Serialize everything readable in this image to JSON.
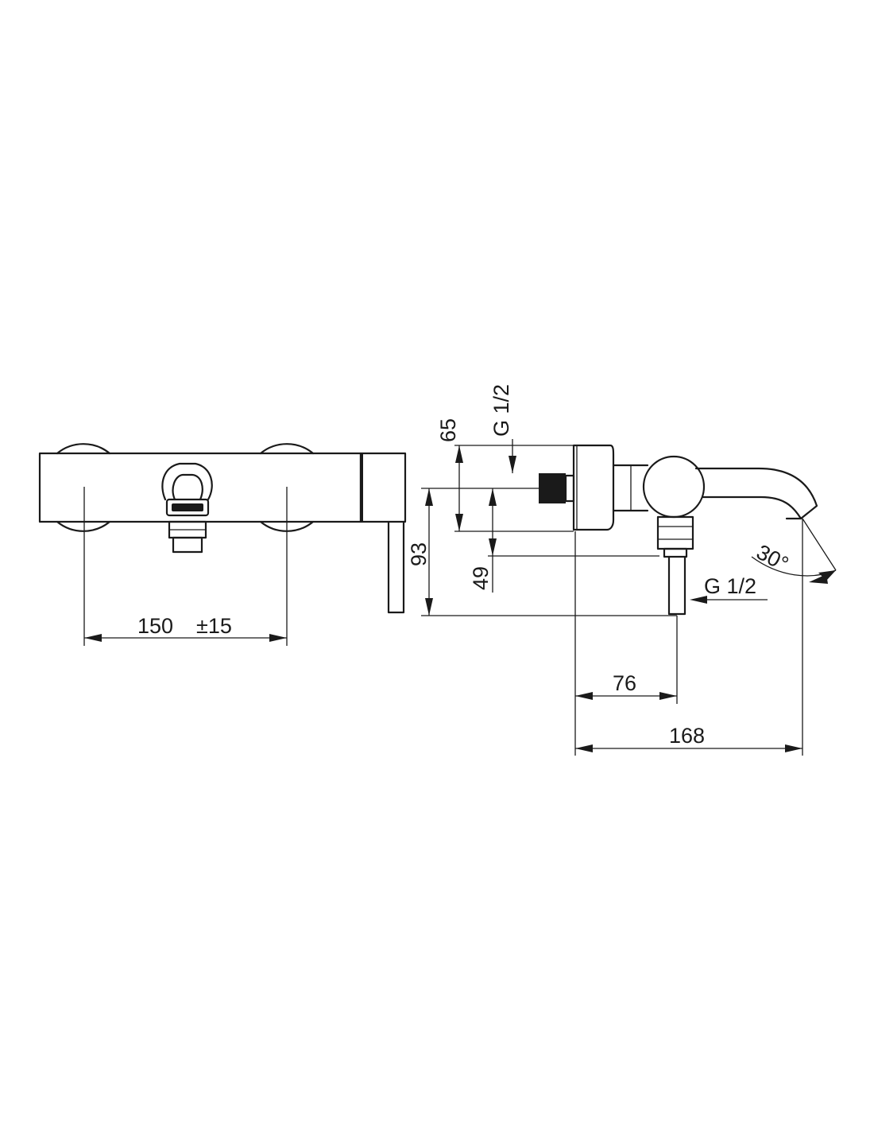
{
  "diagram": {
    "front_view": {
      "width_dimension": "150",
      "tolerance": "±15"
    },
    "side_view": {
      "dim_65": "65",
      "thread_top": "G 1/2",
      "dim_93": "93",
      "dim_49": "49",
      "thread_bottom": "G 1/2",
      "angle": "30°",
      "dim_76": "76",
      "dim_168": "168"
    }
  }
}
